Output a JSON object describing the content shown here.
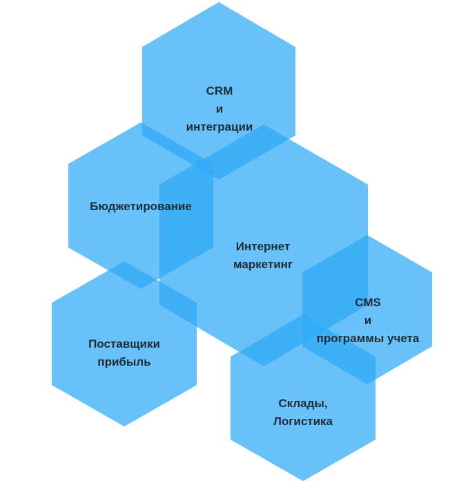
{
  "diagram": {
    "hex_color": "#2fa9f7",
    "text_color": "#1d2b36",
    "nodes": [
      {
        "id": "crm",
        "lines": [
          "CRM",
          "и",
          "интеграции"
        ]
      },
      {
        "id": "budget",
        "lines": [
          "Бюджетирование"
        ]
      },
      {
        "id": "internet",
        "lines": [
          "Интернет",
          "маркетинг"
        ]
      },
      {
        "id": "cms",
        "lines": [
          "CMS",
          "и",
          "программы учета"
        ]
      },
      {
        "id": "suppliers",
        "lines": [
          "Поставщики",
          "прибыль"
        ]
      },
      {
        "id": "warehouse",
        "lines": [
          "Склады,",
          "Логистика"
        ]
      }
    ]
  }
}
